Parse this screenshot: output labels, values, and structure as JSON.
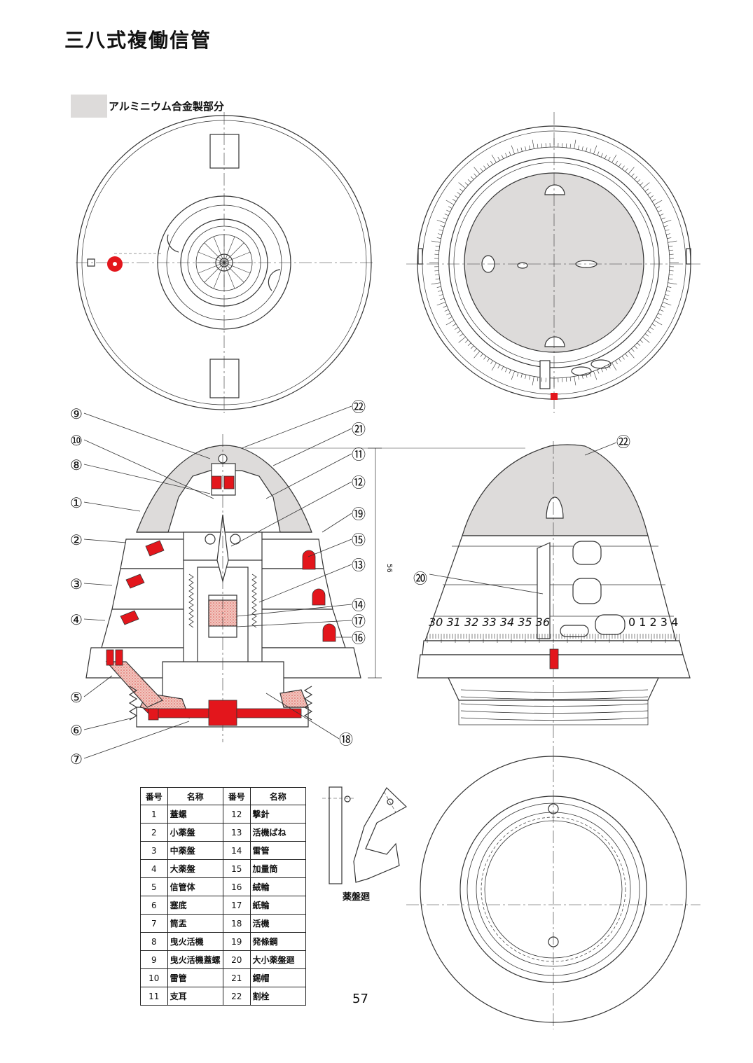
{
  "title": "三八式複働信管",
  "legend": {
    "label": "アルミニウム合金製部分",
    "color": "#dddbda"
  },
  "accent_red": "#e3161c",
  "dimension_label": "56",
  "ring_label": "薬盤廻",
  "page_number": "57",
  "dial_scale_side": "30 31 32 33 34 35 36",
  "dial_scale_side2": "0 1 2 3 4",
  "callouts": [
    "①",
    "②",
    "③",
    "④",
    "⑤",
    "⑥",
    "⑦",
    "⑧",
    "⑨",
    "⑩",
    "⑪",
    "⑫",
    "⑬",
    "⑭",
    "⑮",
    "⑯",
    "⑰",
    "⑱",
    "⑲",
    "⑳",
    "㉑",
    "㉒"
  ],
  "table": {
    "headers": [
      "番号",
      "名称",
      "番号",
      "名称"
    ],
    "rows": [
      [
        "1",
        "蓋螺",
        "12",
        "撃針"
      ],
      [
        "2",
        "小薬盤",
        "13",
        "活機ばね"
      ],
      [
        "3",
        "中薬盤",
        "14",
        "雷管"
      ],
      [
        "4",
        "大薬盤",
        "15",
        "加量筒"
      ],
      [
        "5",
        "信管体",
        "16",
        "絨輪"
      ],
      [
        "6",
        "塞底",
        "17",
        "紙輪"
      ],
      [
        "7",
        "筒盂",
        "18",
        "活機"
      ],
      [
        "8",
        "曳火活機",
        "19",
        "発條鋼"
      ],
      [
        "9",
        "曳火活機蓋螺",
        "20",
        "大小薬盤廻"
      ],
      [
        "10",
        "雷管",
        "21",
        "錫帽"
      ],
      [
        "11",
        "支耳",
        "22",
        "割栓"
      ]
    ]
  }
}
